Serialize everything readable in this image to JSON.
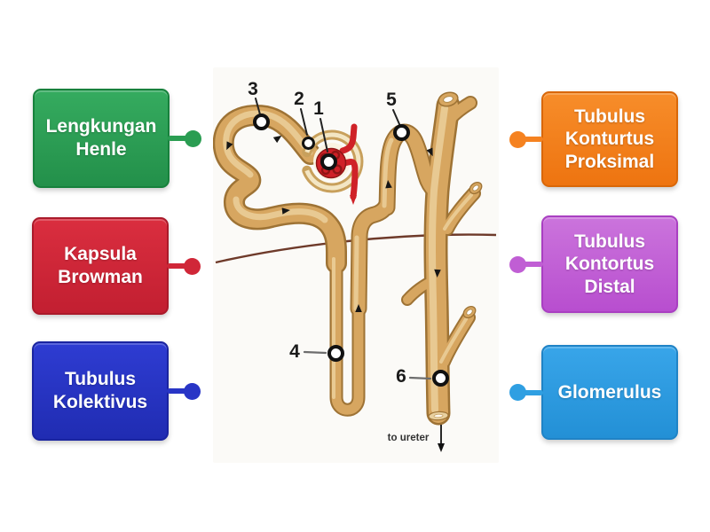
{
  "labels": {
    "left": [
      {
        "name": "lengkungan-henle",
        "text": "Lengkungan Henle",
        "color": "#2a9d52"
      },
      {
        "name": "kapsula-browman",
        "text": "Kapsula Browman",
        "color": "#d02738"
      },
      {
        "name": "tubulus-kolektivus",
        "text": "Tubulus Kolektivus",
        "color": "#2835c6"
      }
    ],
    "right": [
      {
        "name": "tubulus-konturtus-proksimal",
        "text": "Tubulus Konturtus Proksimal",
        "color": "#f58220"
      },
      {
        "name": "tubulus-kontortus-distal",
        "text": "Tubulus Kontortus Distal",
        "color": "#c05ed4"
      },
      {
        "name": "glomerulus",
        "text": "Glomerulus",
        "color": "#2f9fe2"
      }
    ]
  },
  "diagram": {
    "markers": [
      {
        "number": "1"
      },
      {
        "number": "2"
      },
      {
        "number": "3"
      },
      {
        "number": "4"
      },
      {
        "number": "5"
      },
      {
        "number": "6"
      }
    ],
    "caption": "to ureter"
  }
}
